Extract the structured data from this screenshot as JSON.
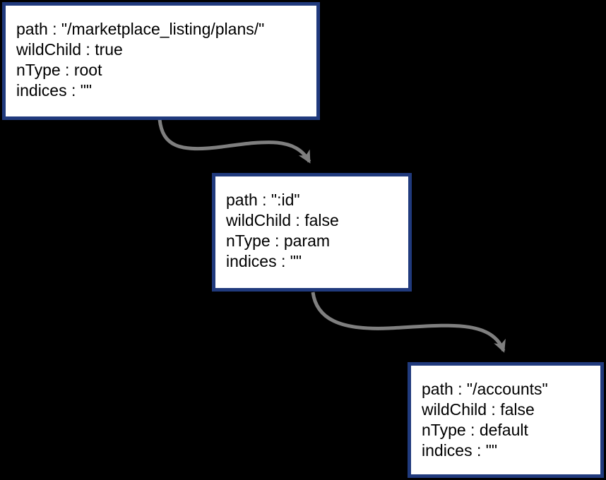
{
  "colors": {
    "background": "#000000",
    "node_border": "#203a7d",
    "node_fill": "#ffffff",
    "arrow": "#7f7f7f",
    "text": "#000000"
  },
  "nodes": [
    {
      "id": "node-1",
      "fields": [
        "path : \"/marketplace_listing/plans/\"",
        "wildChild : true",
        "nType : root",
        "indices : \"\""
      ]
    },
    {
      "id": "node-2",
      "fields": [
        "path : \":id\"",
        "wildChild : false",
        "nType : param",
        "indices : \"\""
      ]
    },
    {
      "id": "node-3",
      "fields": [
        "path : \"/accounts\"",
        "wildChild : false",
        "nType : default",
        "indices : \"\""
      ]
    }
  ],
  "edges": [
    {
      "from": "node-1",
      "to": "node-2"
    },
    {
      "from": "node-2",
      "to": "node-3"
    }
  ]
}
